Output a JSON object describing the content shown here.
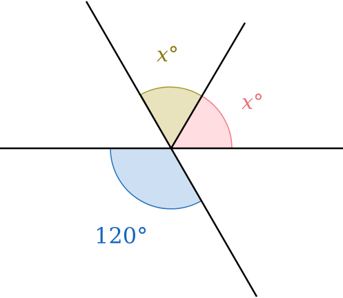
{
  "labels": {
    "upper_angle": {
      "text": "x°",
      "color": "#8a7a10"
    },
    "right_angle": {
      "text": "x°",
      "color": "#e8737a"
    },
    "lower_angle": {
      "text": "120°",
      "color": "#1565c0"
    }
  },
  "colors": {
    "line": "#000000",
    "upper_fill": "#e8e2bd",
    "upper_stroke": "#a39a2a",
    "right_fill": "#ffdde0",
    "right_stroke": "#f07a82",
    "lower_fill": "#cddff2",
    "lower_stroke": "#1f72c4"
  }
}
